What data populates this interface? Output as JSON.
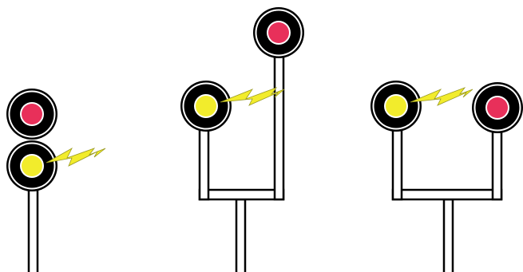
{
  "colors": {
    "background": "#ffffff",
    "outline": "#000000",
    "post_fill": "#ffffff",
    "ring_black": "#000000",
    "ring_white": "#ffffff",
    "lamp_red": "#e8305a",
    "lamp_yellow": "#f2ec2c",
    "flash_yellow": "#f2ec2c"
  },
  "signals": [
    {
      "name": "stacked-signal",
      "description_icon": "railway-signal-icon",
      "heads": [
        {
          "aspect": "red",
          "lit": false
        },
        {
          "aspect": "yellow",
          "lit": true
        }
      ]
    },
    {
      "name": "bracket-signal-high-right",
      "description_icon": "railway-signal-icon",
      "heads": [
        {
          "aspect": "yellow",
          "lit": true
        },
        {
          "aspect": "red",
          "lit": false
        }
      ]
    },
    {
      "name": "bracket-signal-level",
      "description_icon": "railway-signal-icon",
      "heads": [
        {
          "aspect": "yellow",
          "lit": true
        },
        {
          "aspect": "red",
          "lit": false
        }
      ]
    }
  ]
}
